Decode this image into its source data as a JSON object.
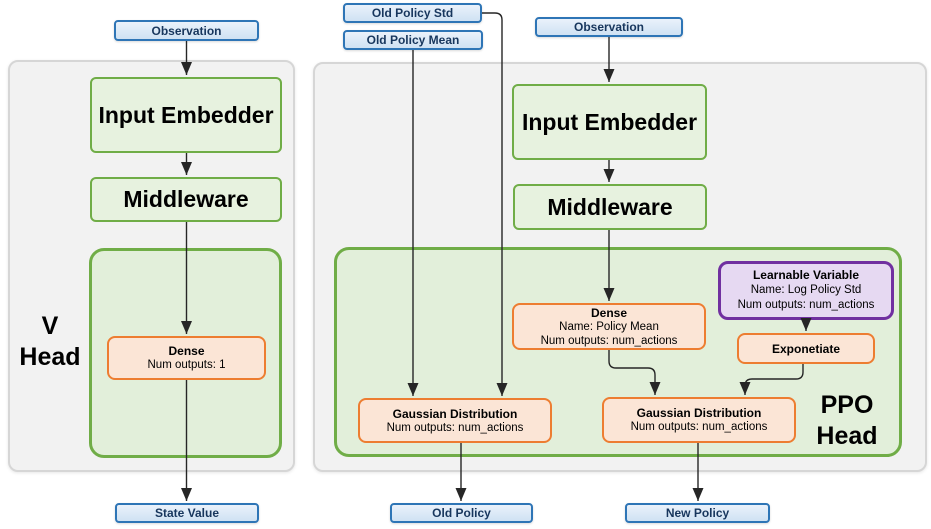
{
  "colors": {
    "blue_border": "#2e75b6",
    "blue_fill_top": "#eaf2fb",
    "blue_fill_bot": "#cfe2f3",
    "blue_text": "#17365d",
    "green_border": "#70ad47",
    "green_fill": "#e7f2df",
    "green_container_fill": "#e2efda",
    "orange_border": "#ed7d31",
    "orange_fill": "#fbe5d6",
    "purple_border": "#7030a0",
    "purple_fill": "#e6d9f2",
    "panel_fill": "#f2f2f2",
    "panel_border": "#d6d6d6",
    "arrow": "#262626"
  },
  "v_head": {
    "label_line1": "V",
    "label_line2": "Head",
    "observation_label": "Observation",
    "input_embedder_label": "Input Embedder",
    "middleware_label": "Middleware",
    "dense_title": "Dense",
    "dense_outputs": "Num outputs: 1",
    "state_value_label": "State Value"
  },
  "ppo_head": {
    "label_line1": "PPO",
    "label_line2": "Head",
    "old_policy_std_label": "Old Policy Std",
    "old_policy_mean_label": "Old Policy Mean",
    "observation_label": "Observation",
    "input_embedder_label": "Input Embedder",
    "middleware_label": "Middleware",
    "dense_title": "Dense",
    "dense_name": "Name: Policy Mean",
    "dense_outputs": "Num outputs: num_actions",
    "learnable_title": "Learnable Variable",
    "learnable_name": "Name: Log Policy Std",
    "learnable_outputs": "Num outputs: num_actions",
    "exponetiate_label": "Exponetiate",
    "gaussian_old_title": "Gaussian Distribution",
    "gaussian_old_outputs": "Num outputs: num_actions",
    "gaussian_new_title": "Gaussian Distribution",
    "gaussian_new_outputs": "Num outputs: num_actions",
    "old_policy_label": "Old Policy",
    "new_policy_label": "New Policy"
  }
}
